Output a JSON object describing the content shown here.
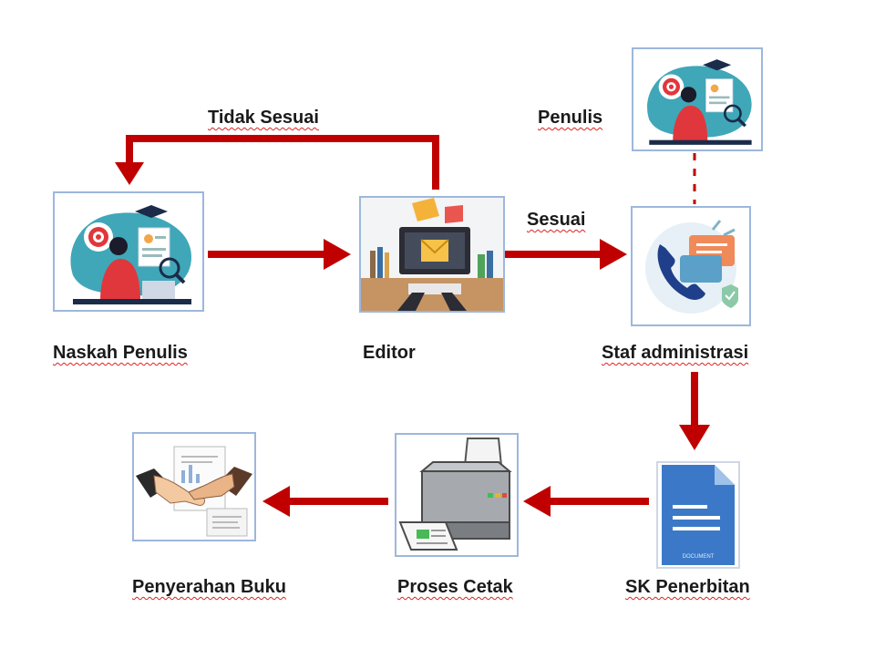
{
  "nodes": {
    "naskah": {
      "label": "Naskah Penulis",
      "icon": "writer-at-desk-icon"
    },
    "editor": {
      "label": "Editor",
      "icon": "editor-workstation-icon"
    },
    "staf": {
      "label": "Staf administrasi",
      "icon": "phone-chat-icon"
    },
    "penulis": {
      "label": "Penulis",
      "icon": "writer-at-desk-icon"
    },
    "sk": {
      "label": "SK Penerbitan",
      "icon": "document-icon",
      "doc_text": "DOCUMENT"
    },
    "cetak": {
      "label": "Proses Cetak",
      "icon": "printer-icon"
    },
    "serah": {
      "label": "Penyerahan Buku",
      "icon": "handshake-icon"
    }
  },
  "edges": {
    "tidak_sesuai": "Tidak Sesuai",
    "sesuai": "Sesuai"
  },
  "colors": {
    "arrow": "#c00000",
    "node_border": "#9db7dc",
    "dotted_link": "#c00000"
  }
}
